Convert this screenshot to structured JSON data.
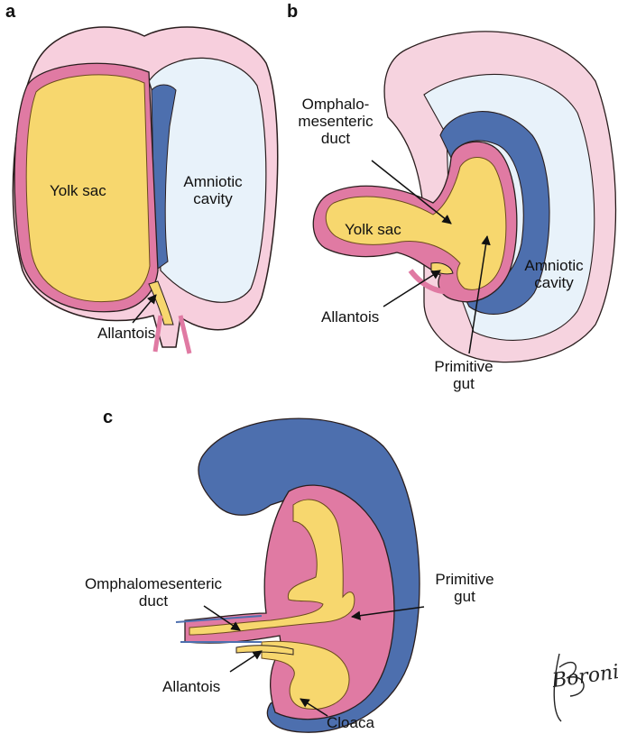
{
  "panels": {
    "a": {
      "letter": "a",
      "labels": {
        "yolk_sac": "Yolk sac",
        "amniotic_1": "Amniotic",
        "amniotic_2": "cavity",
        "allantois": "Allantois"
      }
    },
    "b": {
      "letter": "b",
      "labels": {
        "omph_1": "Omphalo-",
        "omph_2": "mesenteric",
        "omph_3": "duct",
        "yolk_sac": "Yolk sac",
        "amniotic_1": "Amniotic",
        "amniotic_2": "cavity",
        "allantois": "Allantois",
        "gut_1": "Primitive",
        "gut_2": "gut"
      }
    },
    "c": {
      "letter": "c",
      "labels": {
        "omph_1": "Omphalomesenteric",
        "omph_2": "duct",
        "gut_1": "Primitive",
        "gut_2": "gut",
        "allantois": "Allantois",
        "cloaca": "Cloaca"
      }
    }
  },
  "signature": "Boroni",
  "colors": {
    "pink": "#e07aa3",
    "pink_light": "#f6c9d9",
    "yolk": "#f7d76e",
    "yolk_light": "#fbe8a6",
    "blue": "#4d6fae",
    "blue_dark": "#2f4f88",
    "cavity": "#e8f2fa",
    "outline": "#2a1e1e"
  }
}
